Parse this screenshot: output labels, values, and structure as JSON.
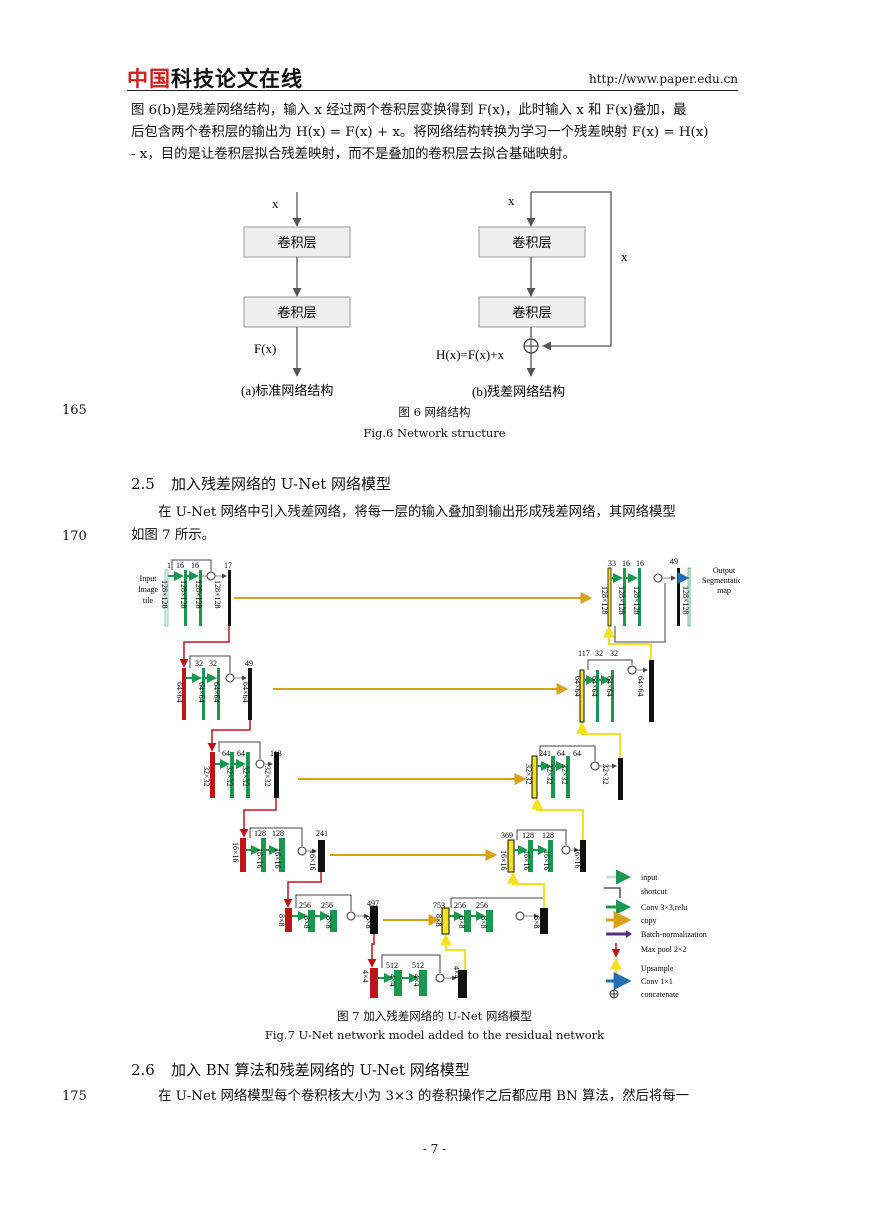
{
  "header": {
    "logo_red": "中国",
    "logo_black": "科技论文在线",
    "url": "http://www.paper.edu.cn"
  },
  "intro_paragraph": {
    "line1": "图 6(b)是残差网络结构，输入 x 经过两个卷积层变换得到 F(x)，此时输入 x 和 F(x)叠加，最",
    "line2": "后包含两个卷积层的输出为 H(x) = F(x) + x。将网络结构转换为学习一个残差映射 F(x) = H(x)",
    "line3": "- x，目的是让卷积层拟合残差映射，而不是叠加的卷积层去拟合基础映射。"
  },
  "figure6": {
    "left": {
      "input": "x",
      "box1": "卷积层",
      "box2": "卷积层",
      "output": "F(x)",
      "caption": "(a)标准网络结构"
    },
    "right": {
      "input": "x",
      "box1": "卷积层",
      "box2": "卷积层",
      "skip": "x",
      "output": "H(x)=F(x)+x",
      "caption": "(b)残差网络结构"
    },
    "caption_cn": "图 6  网络结构",
    "caption_en": "Fig.6 Network structure"
  },
  "line_numbers": {
    "n165": "165",
    "n170": "170",
    "n175": "175"
  },
  "section_2_5": {
    "number": "2.5",
    "title": "加入残差网络的 U-Net 网络模型",
    "line1": "在 U-Net 网络中引入残差网络，将每一层的输入叠加到输出形成残差网络，其网络模型",
    "line2": "如图 7 所示。"
  },
  "figure7": {
    "input_label": [
      "Input",
      "Image",
      "tile"
    ],
    "output_label": [
      "Output",
      "Segmentation",
      "map"
    ],
    "enc": [
      {
        "ch_in": "1",
        "ch_a": "16",
        "ch_b": "16",
        "ch_out": "17",
        "size": "128×128"
      },
      {
        "ch_a": "32",
        "ch_b": "32",
        "ch_out": "49",
        "size": "64×64"
      },
      {
        "ch_a": "64",
        "ch_b": "64",
        "ch_out": "113",
        "size": "32×32"
      },
      {
        "ch_a": "128",
        "ch_b": "128",
        "ch_out": "241",
        "size": "16×16"
      },
      {
        "ch_a": "256",
        "ch_b": "256",
        "ch_out": "497",
        "size": "8×8"
      }
    ],
    "bottom": {
      "ch_a": "512",
      "ch_b": "512",
      "size": "4×4"
    },
    "dec": [
      {
        "ch_in": "753",
        "ch_a": "256",
        "ch_b": "256",
        "size": "8×8"
      },
      {
        "ch_in": "369",
        "ch_a": "128",
        "ch_b": "128",
        "size": "16×16"
      },
      {
        "ch_in": "241",
        "ch_a": "64",
        "ch_b": "64",
        "size": "32×32"
      },
      {
        "ch_in": "117",
        "ch_a": "32",
        "ch_b": "32",
        "size": "64×64"
      },
      {
        "ch_in": "33",
        "ch_a": "16",
        "ch_b": "16",
        "ch_out": "49",
        "size": "128×128"
      }
    ],
    "legend": [
      {
        "label": "input",
        "color": "#dff0ea"
      },
      {
        "label": "shortcut",
        "color": "#333333"
      },
      {
        "label": "Conv 3×3,relu",
        "color": "#1a9850"
      },
      {
        "label": "copy",
        "color": "#d9a21b"
      },
      {
        "label": "Batch-normalization",
        "color": "#5b2a86"
      },
      {
        "label": "Max pool 2×2",
        "color": "#c0141b"
      },
      {
        "label": "Upsample",
        "color": "#f2e21f"
      },
      {
        "label": "Conv 1×1",
        "color": "#1f6fb5"
      },
      {
        "label": "concatenate",
        "color": "#333333"
      }
    ],
    "caption_cn": "图  7 加入残差网络的 U-Net 网络模型",
    "caption_en": "Fig.7 U-Net network model added to the residual network"
  },
  "section_2_6": {
    "number": "2.6",
    "title": "加入 BN 算法和残差网络的 U-Net 网络模型",
    "line1": "在 U-Net 网络模型每个卷积核大小为 3×3 的卷积操作之后都应用 BN 算法，然后将每一"
  },
  "footer": {
    "page": "- 7 -"
  }
}
